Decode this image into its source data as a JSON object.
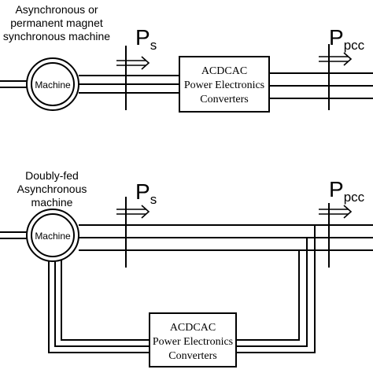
{
  "top": {
    "machine_caption_1": "Asynchronous or",
    "machine_caption_2": "permanent magnet",
    "machine_caption_3": "synchronous machine",
    "machine_label": "Machine",
    "converter_line_1": "ACDCAC",
    "converter_line_2": "Power Electronics",
    "converter_line_3": "Converters",
    "ps_main": "P",
    "ps_sub": "s",
    "ppcc_main": "P",
    "ppcc_sub": "pcc"
  },
  "bottom": {
    "machine_caption_1": "Doubly-fed",
    "machine_caption_2": "Asynchronous",
    "machine_caption_3": "machine",
    "machine_label": "Machine",
    "converter_line_1": "ACDCAC",
    "converter_line_2": "Power Electronics",
    "converter_line_3": "Converters",
    "ps_main": "P",
    "ps_sub": "s",
    "ppcc_main": "P",
    "ppcc_sub": "pcc"
  }
}
